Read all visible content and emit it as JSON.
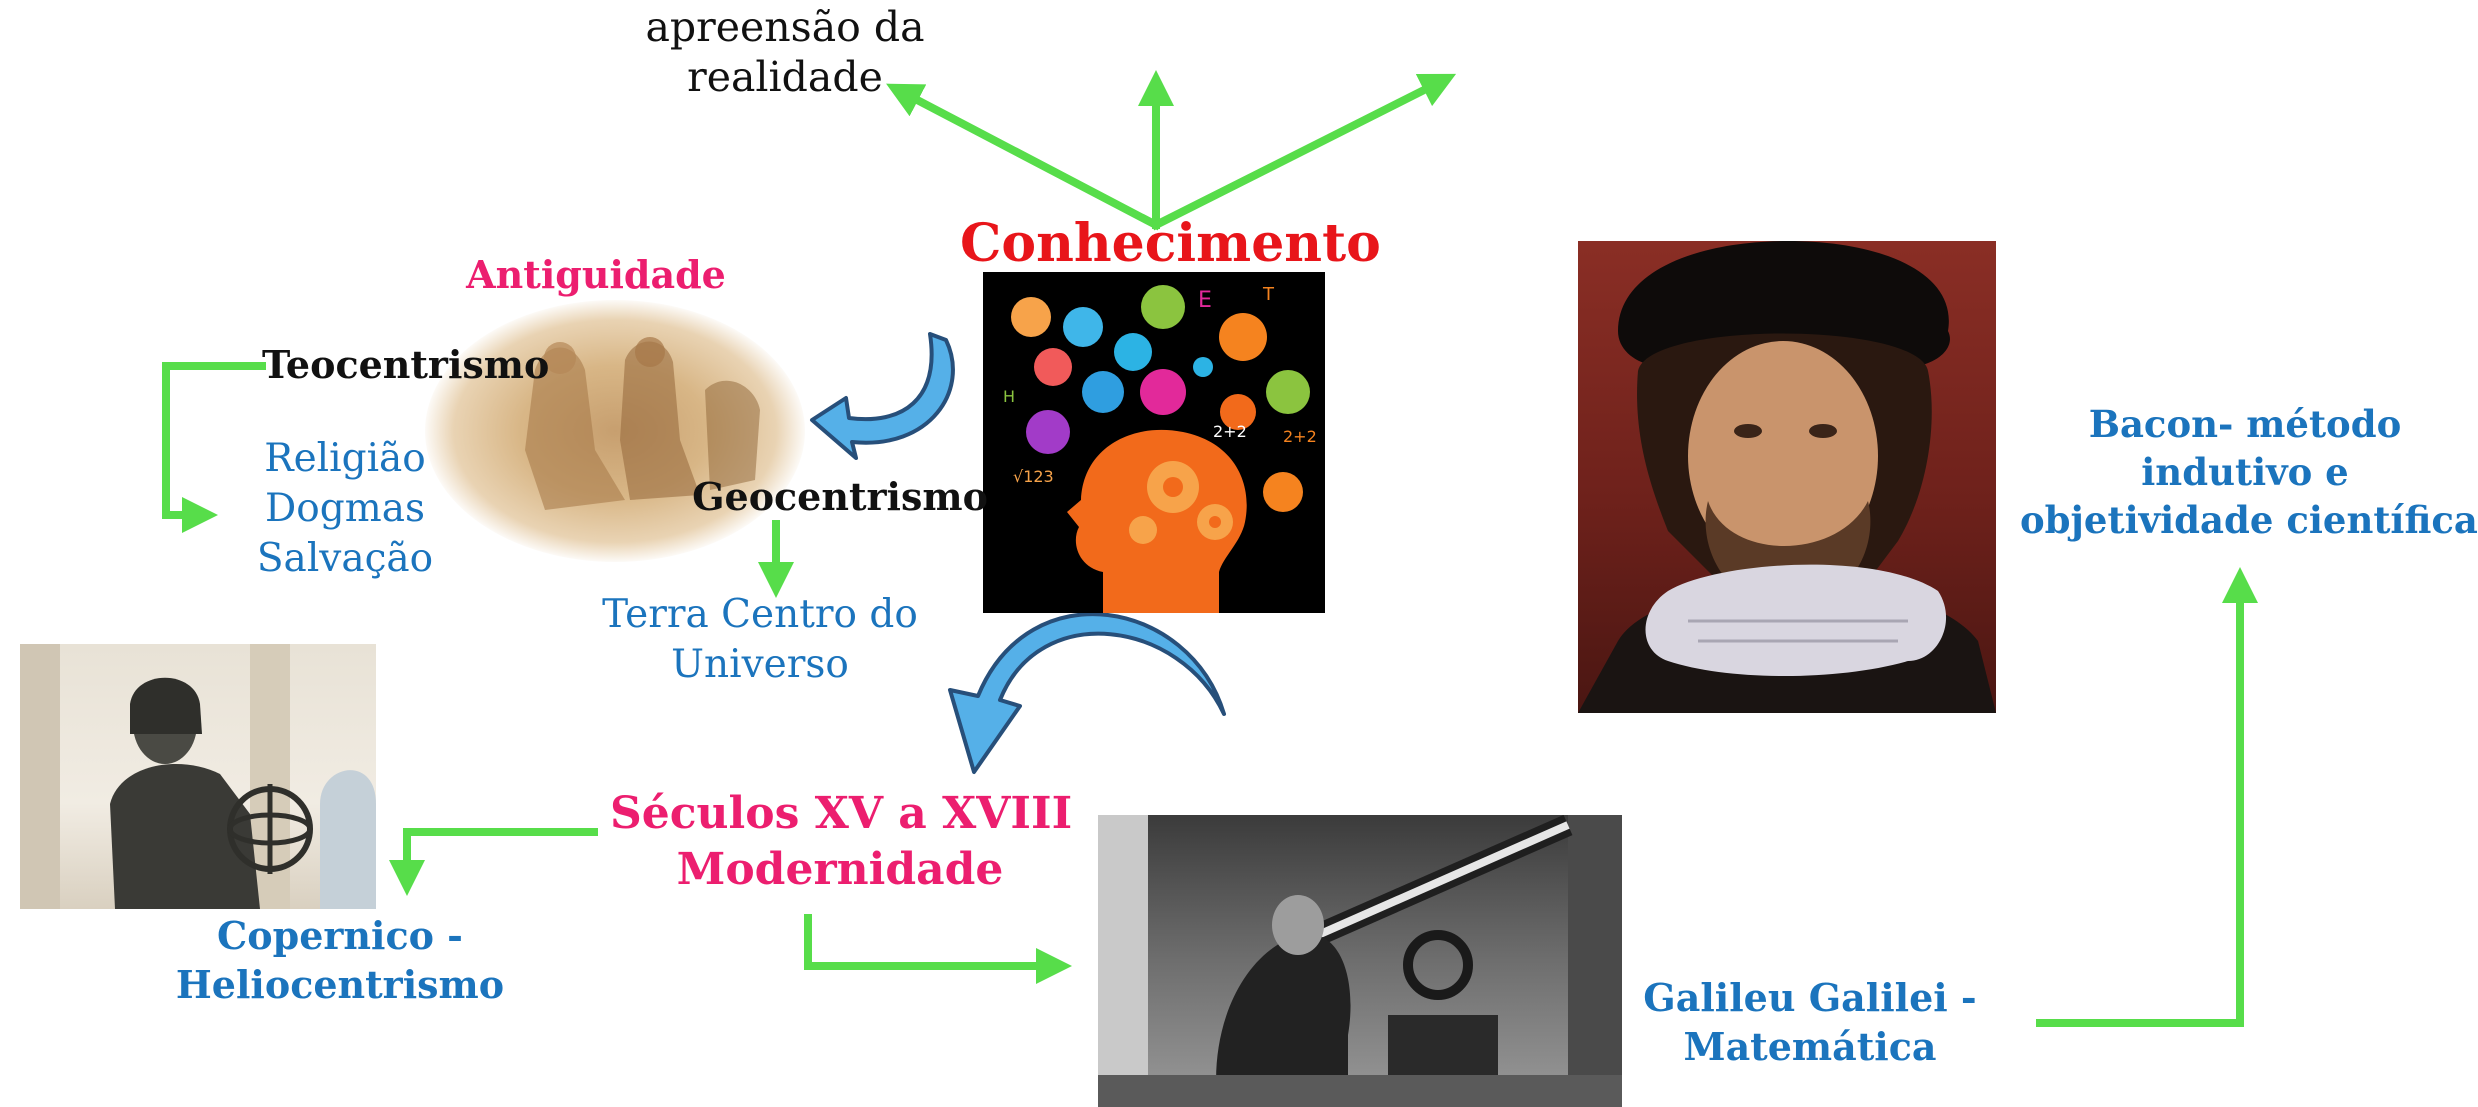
{
  "colors": {
    "arrow": "#57dd4a",
    "magenta": "#ec1e6f",
    "red": "#e8151a",
    "blue": "#1b74bd",
    "black": "#111111",
    "curve_arrow_fill": "#55b0e8",
    "curve_arrow_stroke": "#274f7a"
  },
  "labels": {
    "apprehension": [
      "apreensão da",
      "realidade"
    ],
    "conhecimento": "Conhecimento",
    "antiguidade": "Antiguidade",
    "teocentrismo": "Teocentrismo",
    "religion_list": [
      "Religião",
      "Dogmas",
      "Salvação"
    ],
    "geocentrismo": "Geocentrismo",
    "terra_centro": [
      "Terra Centro do",
      "Universo"
    ],
    "seculos": [
      "Séculos XV a XVIII",
      "Modernidade"
    ],
    "copernico": [
      "Copernico -",
      "Heliocentrismo"
    ],
    "galileu": [
      "Galileu Galilei -",
      "Matemática"
    ],
    "bacon": [
      "Bacon- método",
      "indutivo e",
      "objetividade científica"
    ]
  },
  "images": {
    "knowledge": "knowledge-head-icon",
    "antiquity": "ancient-relief-picture",
    "bacon": "bacon-portrait",
    "copernicus": "copernicus-statue",
    "galileo": "galileo-telescope-picture"
  }
}
